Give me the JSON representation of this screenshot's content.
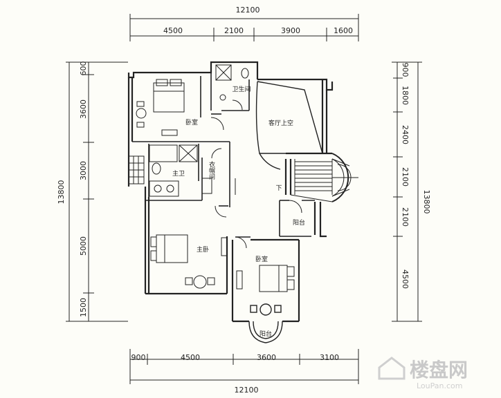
{
  "dimensions": {
    "top_total": "12100",
    "top_segments": [
      "4500",
      "2100",
      "3900",
      "1600"
    ],
    "bottom_total": "12100",
    "bottom_segments": [
      "900",
      "4500",
      "3600",
      "3100"
    ],
    "left_total": "13800",
    "left_segments": [
      "600",
      "3600",
      "3000",
      "5000",
      "1500"
    ],
    "right_total": "13800",
    "right_segments": [
      "900",
      "1800",
      "2400",
      "2100",
      "2100",
      "4500"
    ]
  },
  "rooms": {
    "bedroom_nw": "卧室",
    "wc_upper": "卫生间",
    "living_void": "客厅上空",
    "master_bath": "主卫",
    "closet": "衣帽间",
    "down": "下",
    "balcony_east": "阳台",
    "master_bedroom": "主卧",
    "bedroom_south": "卧室",
    "balcony_south": "阳台"
  },
  "watermark": {
    "text": "楼盘网",
    "url": "LouPan.com"
  },
  "colors": {
    "ink": "#222222",
    "paper": "#fdfdf8",
    "watermark": "#c9c9c9"
  }
}
